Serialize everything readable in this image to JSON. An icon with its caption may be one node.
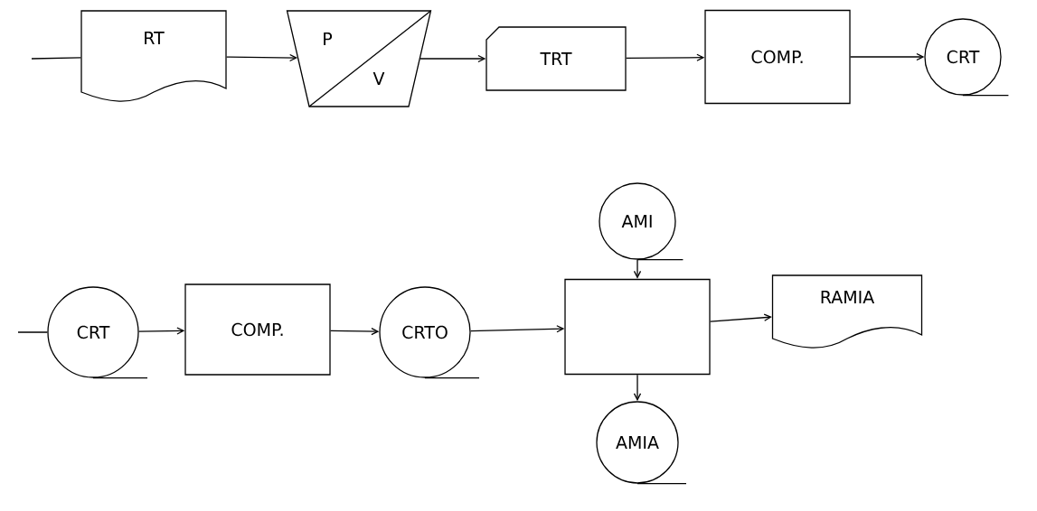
{
  "diagram": {
    "nodes": [
      {
        "text": [
          "RT"
        ]
      },
      {
        "text": [
          "P",
          "V"
        ]
      },
      {
        "text": [
          "TRT"
        ]
      },
      {
        "text": [
          "COMP."
        ]
      },
      {
        "text": [
          "CRT"
        ]
      },
      {
        "text": [
          "AMI"
        ]
      },
      {
        "text": [
          "CRT"
        ]
      },
      {
        "text": [
          "COMP."
        ]
      },
      {
        "text": [
          "CRTO"
        ]
      },
      {
        "text": [],
        "shape": "box"
      },
      {
        "text": [
          "RAMIA"
        ]
      },
      {
        "text": [
          "AMIA"
        ]
      }
    ],
    "edges": [
      {
        "from": null,
        "to": 0,
        "arrow": "none"
      },
      {
        "from": 0,
        "to": 1,
        "arrow": "to"
      },
      {
        "from": 1,
        "to": 2,
        "arrow": "to"
      },
      {
        "from": 2,
        "to": 3,
        "arrow": "to"
      },
      {
        "from": 3,
        "to": 4,
        "arrow": "to"
      },
      {
        "from": null,
        "to": 6,
        "arrow": "none"
      },
      {
        "from": 6,
        "to": 7,
        "arrow": "to"
      },
      {
        "from": 7,
        "to": 8,
        "arrow": "to"
      },
      {
        "from": 8,
        "to": 9,
        "arrow": "to"
      },
      {
        "from": 5,
        "to": 9,
        "arrow": "to"
      },
      {
        "from": 9,
        "to": 10,
        "arrow": "to"
      },
      {
        "from": 9,
        "to": 11,
        "arrow": "to"
      }
    ]
  }
}
